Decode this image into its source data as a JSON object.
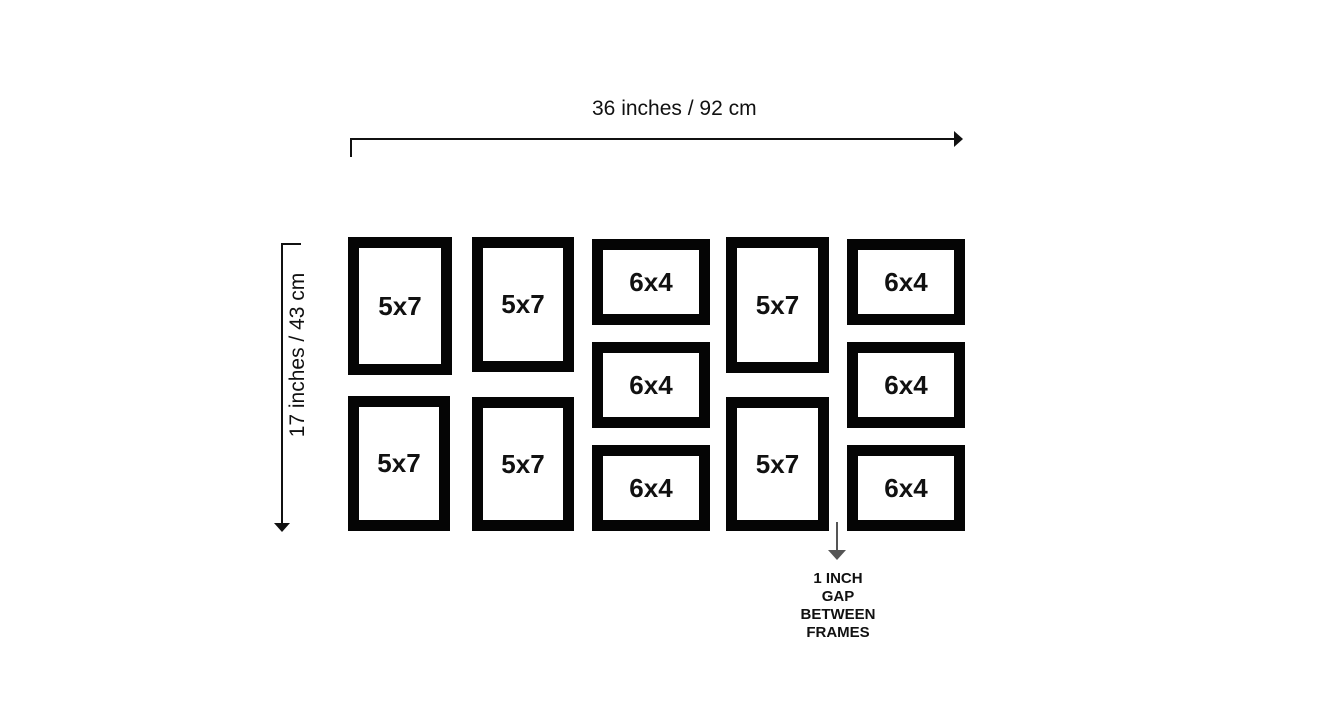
{
  "dimensions": {
    "width_label": "36 inches / 92 cm",
    "height_label": "17 inches / 43 cm"
  },
  "frames": [
    {
      "size": "5x7"
    },
    {
      "size": "5x7"
    },
    {
      "size": "5x7"
    },
    {
      "size": "5x7"
    },
    {
      "size": "6x4"
    },
    {
      "size": "6x4"
    },
    {
      "size": "6x4"
    },
    {
      "size": "5x7"
    },
    {
      "size": "5x7"
    },
    {
      "size": "6x4"
    },
    {
      "size": "6x4"
    },
    {
      "size": "6x4"
    }
  ],
  "gap_note": {
    "line1": "1 INCH",
    "line2": "GAP",
    "line3": "BETWEEN",
    "line4": "FRAMES"
  }
}
